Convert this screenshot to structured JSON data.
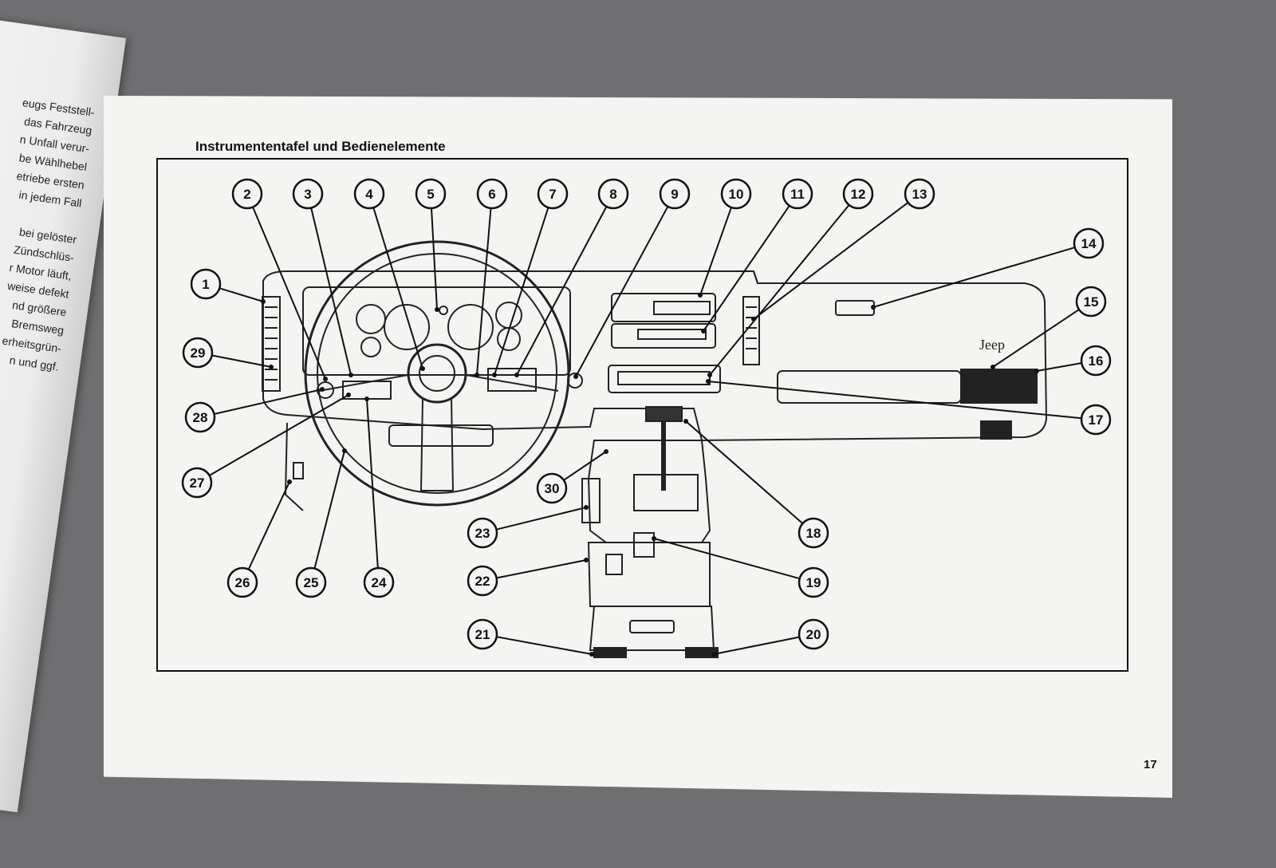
{
  "left_page": {
    "lines": [
      "eugs Feststell-",
      "das Fahrzeug",
      "n Unfall verur-",
      "be Wählhebel",
      "etriebe ersten",
      "in jedem Fall",
      "",
      "bei gelöster",
      "Zündschlüs-",
      "r Motor läuft,",
      "weise defekt",
      "nd größere",
      "Bremsweg",
      "erheitsgrün-",
      "n und ggf."
    ]
  },
  "page": {
    "title": "Instrumententafel und Bedienelemente",
    "page_number": "17"
  },
  "diagram": {
    "brand_logo": "Jeep",
    "callouts": [
      "1",
      "2",
      "3",
      "4",
      "5",
      "6",
      "7",
      "8",
      "9",
      "10",
      "11",
      "12",
      "13",
      "14",
      "15",
      "16",
      "17",
      "18",
      "19",
      "20",
      "21",
      "22",
      "23",
      "24",
      "25",
      "26",
      "27",
      "28",
      "29",
      "30"
    ]
  },
  "colors": {
    "paper": "#f4f4f2",
    "ink": "#111111",
    "background": "#6f6f71"
  }
}
